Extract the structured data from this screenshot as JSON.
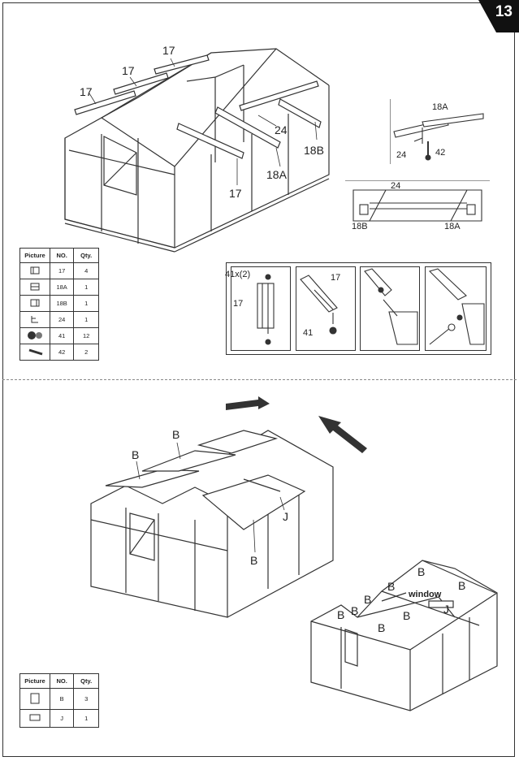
{
  "page_number": "13",
  "top_labels": {
    "l17a": "17",
    "l17b": "17",
    "l17c": "17",
    "l24": "24",
    "l18b": "18B",
    "l18a": "18A",
    "l17d": "17"
  },
  "detail1": {
    "l18a": "18A",
    "l24": "24",
    "l42": "42"
  },
  "detail2": {
    "l24": "24",
    "l18b": "18B",
    "l18a": "18A"
  },
  "detail3": {
    "l41x2": "41x(2)",
    "l17": "17",
    "l17b": "17",
    "l41": "41"
  },
  "table1": {
    "headers": [
      "Picture",
      "NO.",
      "Qty."
    ],
    "rows": [
      {
        "no": "17",
        "qty": "4",
        "icon": "profile-17-icon"
      },
      {
        "no": "18A",
        "qty": "1",
        "icon": "profile-18a-icon"
      },
      {
        "no": "18B",
        "qty": "1",
        "icon": "profile-18b-icon"
      },
      {
        "no": "24",
        "qty": "1",
        "icon": "profile-24-icon"
      },
      {
        "no": "41",
        "qty": "12",
        "icon": "bolt-nut-icon"
      },
      {
        "no": "42",
        "qty": "2",
        "icon": "screw-icon"
      }
    ]
  },
  "bottom_labels": {
    "b1": "B",
    "b2": "B",
    "j": "J",
    "b3": "B",
    "s_b1": "B",
    "s_b2": "B",
    "s_b3": "B",
    "s_b4": "B",
    "s_b5": "B",
    "s_b6": "B",
    "s_b7": "B",
    "s_j": "J",
    "s_window": "window"
  },
  "table2": {
    "headers": [
      "Picture",
      "NO.",
      "Qty."
    ],
    "rows": [
      {
        "no": "B",
        "qty": "3",
        "icon": "panel-b-icon"
      },
      {
        "no": "J",
        "qty": "1",
        "icon": "panel-j-icon"
      }
    ]
  }
}
